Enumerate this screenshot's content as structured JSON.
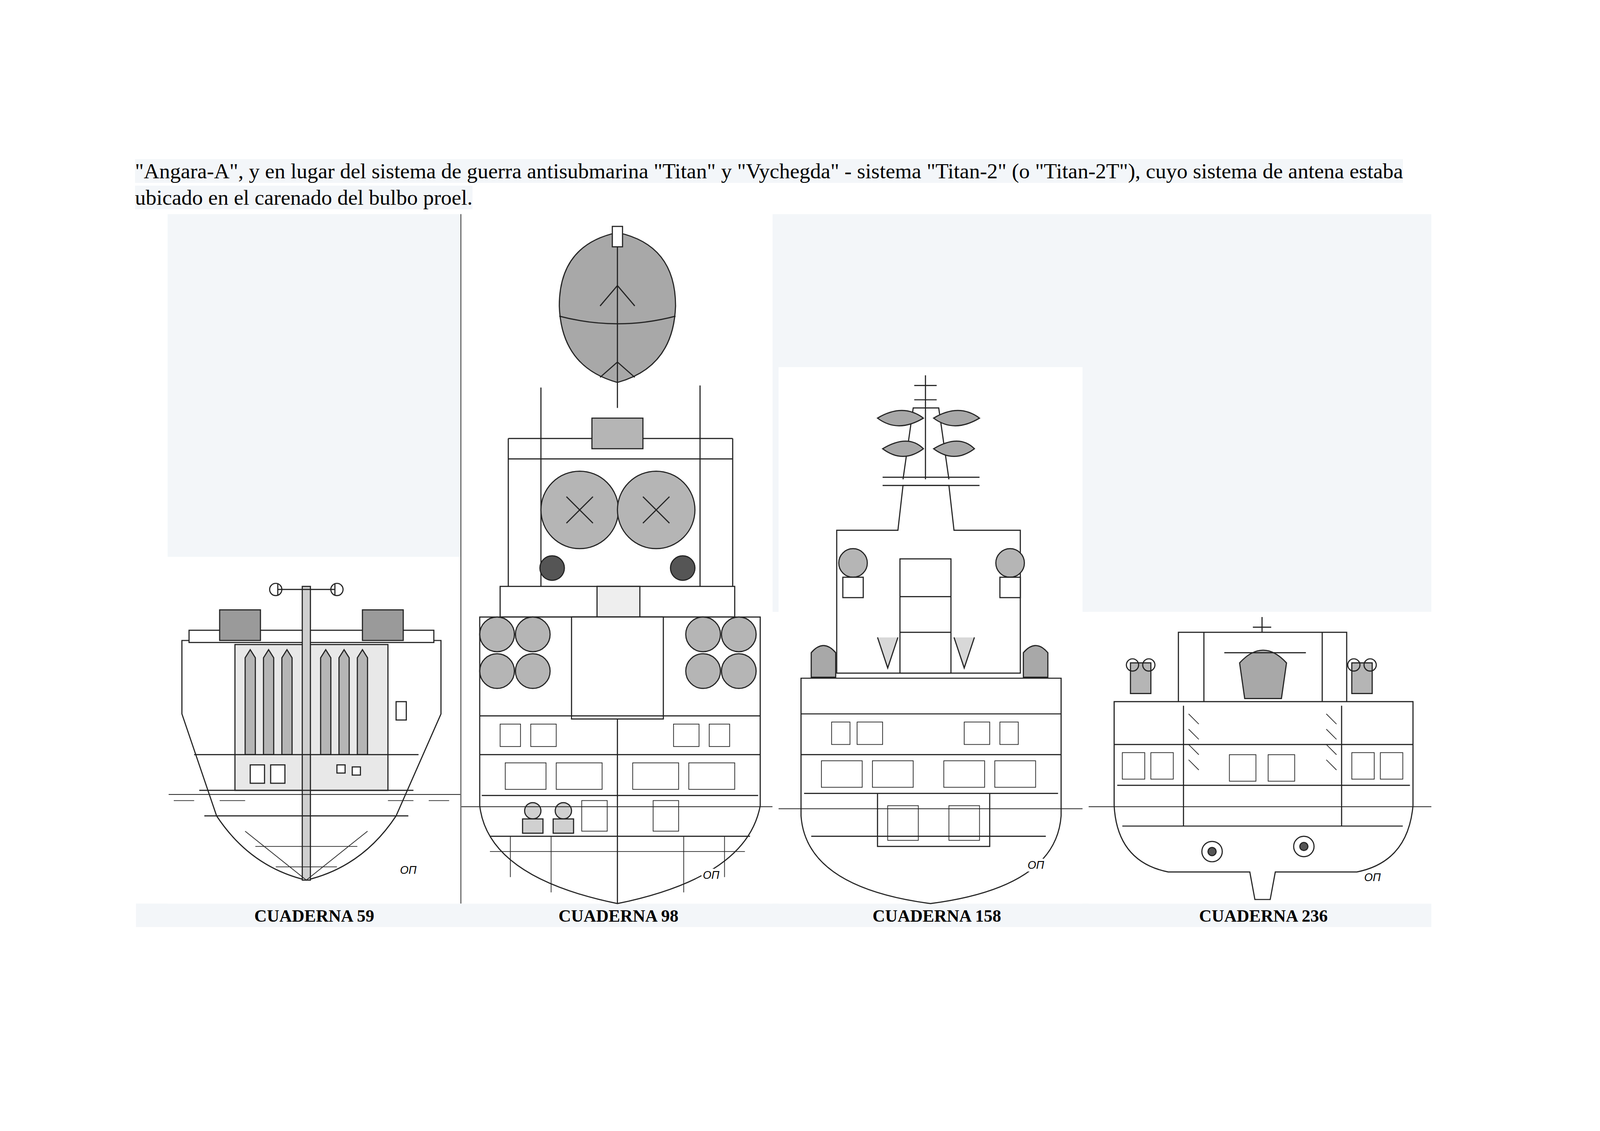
{
  "diagram": {
    "labels": [
      "\"Angara-A\", y en lugar del sistema de guerra antisubmarina \"Titan\" y \"Vychegda\" - sistema \"Titan-2\" (o \"Titan-2T\"), cuyo sistema de antena estaba ubicado en el carenado del bulbo proel.",
      "ОП",
      "ОП",
      "ОП",
      "ОП",
      "CUADERNA 59",
      "CUADERNA 98",
      "CUADERNA 158",
      "CUADERNA 236"
    ]
  }
}
